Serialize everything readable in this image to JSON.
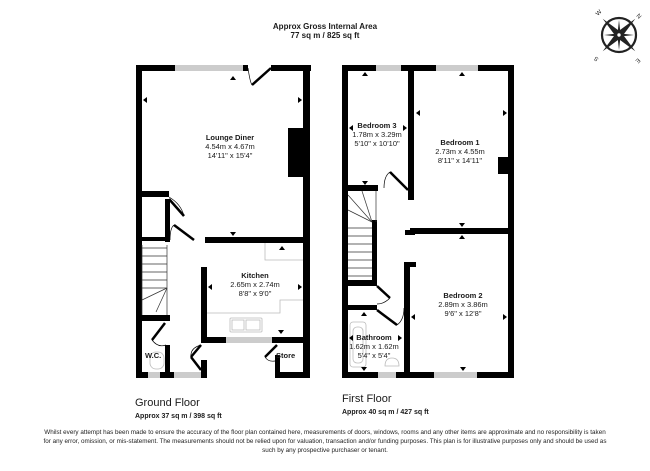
{
  "header": {
    "title": "Approx Gross Internal Area",
    "area": "77 sq m / 825 sq ft"
  },
  "compass": {
    "icon": "compass-rose-icon",
    "labels": [
      "N",
      "E",
      "S",
      "W"
    ]
  },
  "ground_floor": {
    "name": "Ground Floor",
    "area": "Approx 37 sq m / 398 sq ft",
    "rooms": [
      {
        "name": "Lounge Diner",
        "metric": "4.54m x 4.67m",
        "imperial": "14'11\" x 15'4\""
      },
      {
        "name": "Kitchen",
        "metric": "2.65m x 2.74m",
        "imperial": "8'8\" x 9'0\""
      },
      {
        "name": "W.C."
      },
      {
        "name": "Store"
      }
    ]
  },
  "first_floor": {
    "name": "First Floor",
    "area": "Approx 40 sq m / 427 sq ft",
    "rooms": [
      {
        "name": "Bedroom 3",
        "metric": "1.78m x 3.29m",
        "imperial": "5'10\" x 10'10\""
      },
      {
        "name": "Bedroom 1",
        "metric": "2.73m x 4.55m",
        "imperial": "8'11\" x 14'11\""
      },
      {
        "name": "Bedroom 2",
        "metric": "2.89m x 3.86m",
        "imperial": "9'6\" x 12'8\""
      },
      {
        "name": "Bathroom",
        "metric": "1.62m x 1.62m",
        "imperial": "5'4\" x 5'4\""
      }
    ]
  },
  "disclaimer": "Whilst every attempt has been made to ensure the accuracy of the floor plan contained here, measurements of doors, windows, rooms and any other items are approximate and no responsibility is taken for any error, omission, or mis-statement. The measurements should not be relied upon for valuation, transaction and/or funding purposes. This plan is for illustrative purposes only and should be used as such by any prospective purchaser or tenant.",
  "colors": {
    "wall": "#000000",
    "window": "#999999",
    "fixture": "#bbbbbb",
    "background": "#ffffff"
  }
}
